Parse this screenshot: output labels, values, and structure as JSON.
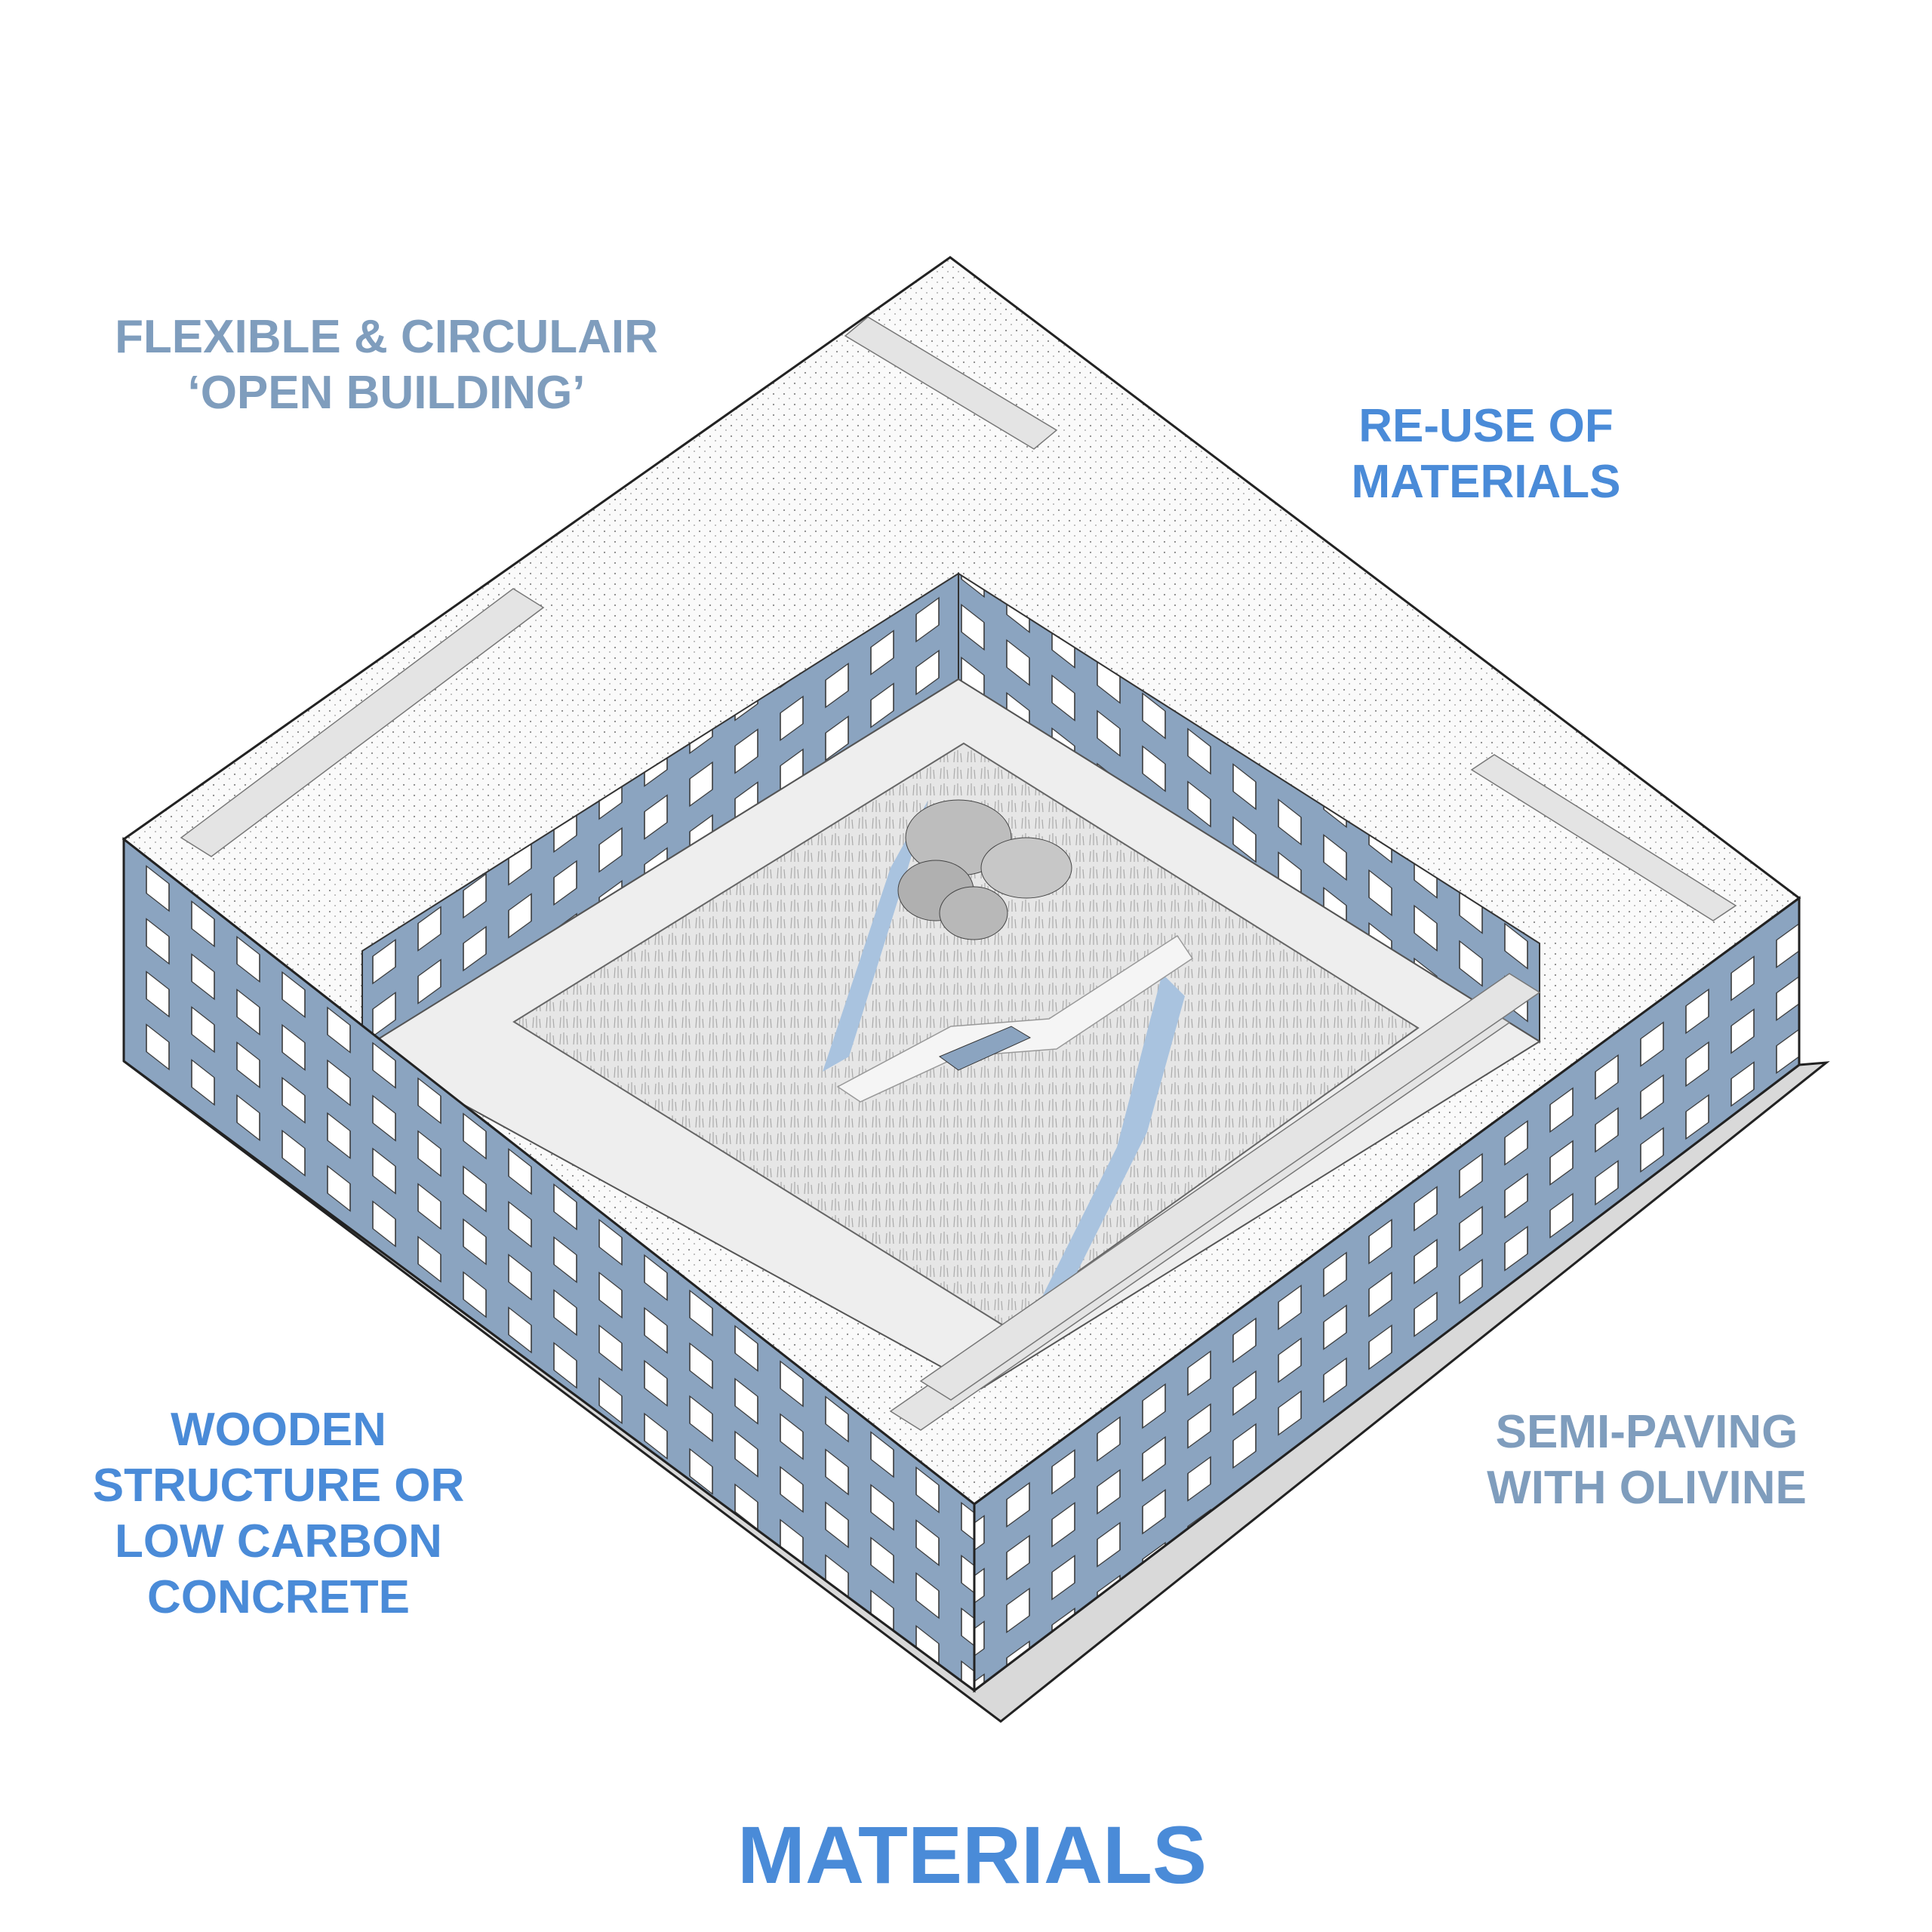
{
  "labels": {
    "flexible": [
      "FLEXIBLE & CIRCULAIR",
      "‘OPEN BUILDING’"
    ],
    "reuse": [
      "RE-USE OF",
      "MATERIALS"
    ],
    "wooden": [
      "WOODEN",
      "STRUCTURE OR",
      "LOW CARBON",
      "CONCRETE"
    ],
    "semipaving": [
      "SEMI-PAVING",
      "WITH OLIVINE"
    ]
  },
  "title": "MATERIALS",
  "colors": {
    "label_grey": "#7f9dbd",
    "label_blue": "#4a8bd8",
    "facade": "#8ba4c0",
    "water": "#a9c3df"
  }
}
